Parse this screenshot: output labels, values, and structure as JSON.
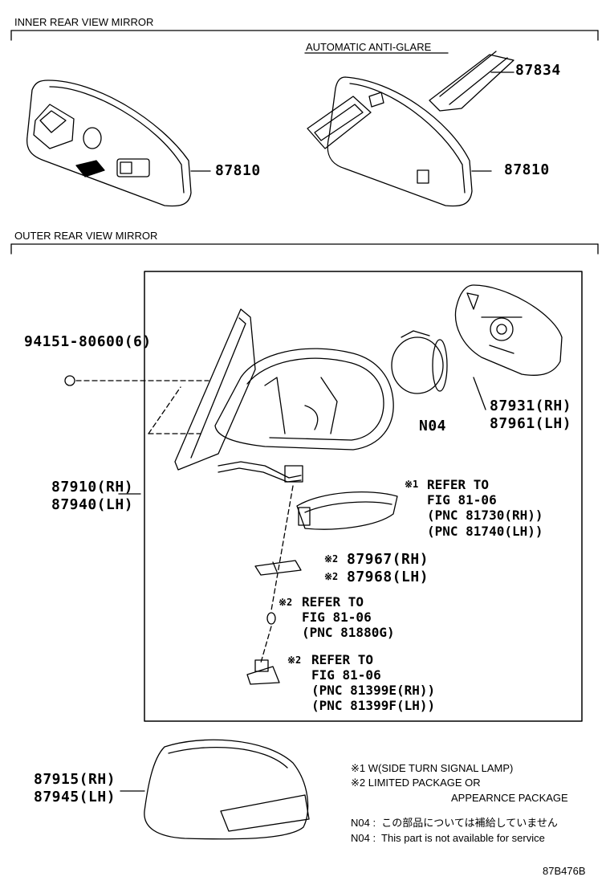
{
  "sections": {
    "inner_title": "INNER REAR VIEW MIRROR",
    "auto_anti_glare": "AUTOMATIC ANTI-GLARE",
    "outer_title": "OUTER REAR VIEW MIRROR"
  },
  "parts": {
    "p87834": "87834",
    "p87810_left": "87810",
    "p87810_right": "87810",
    "p94151": "94151-80600(6)",
    "p87931": "87931(RH)",
    "p87961": "87961(LH)",
    "n04": "N04",
    "p87910": "87910(RH)",
    "p87940": "87940(LH)",
    "p87967": "87967(RH)",
    "p87968": "87968(LH)",
    "p87915": "87915(RH)",
    "p87945": "87945(LH)"
  },
  "refs": {
    "r1_mark": "※1",
    "r1_line1": "REFER TO",
    "r1_line2": "FIG 81-06",
    "r1_line3": "(PNC 81730(RH))",
    "r1_line4": "(PNC 81740(LH))",
    "r2_mark_a": "※2",
    "r2_mark_b": "※2",
    "r3_mark": "※2",
    "r3_line1": "REFER TO",
    "r3_line2": "FIG 81-06",
    "r3_line3": "(PNC 81880G)",
    "r4_mark": "※2",
    "r4_line1": "REFER TO",
    "r4_line2": "FIG 81-06",
    "r4_line3": "(PNC 81399E(RH))",
    "r4_line4": "(PNC 81399F(LH))"
  },
  "notes": {
    "n1": "※1 W(SIDE TURN SIGNAL LAMP)",
    "n2": "※2 LIMITED PACKAGE OR",
    "n3": "APPEARNCE PACKAGE",
    "n4": "N04 :  この部品については補給していません",
    "n5": "N04 :  This part is not available for service"
  },
  "figure_id": "87B476B"
}
